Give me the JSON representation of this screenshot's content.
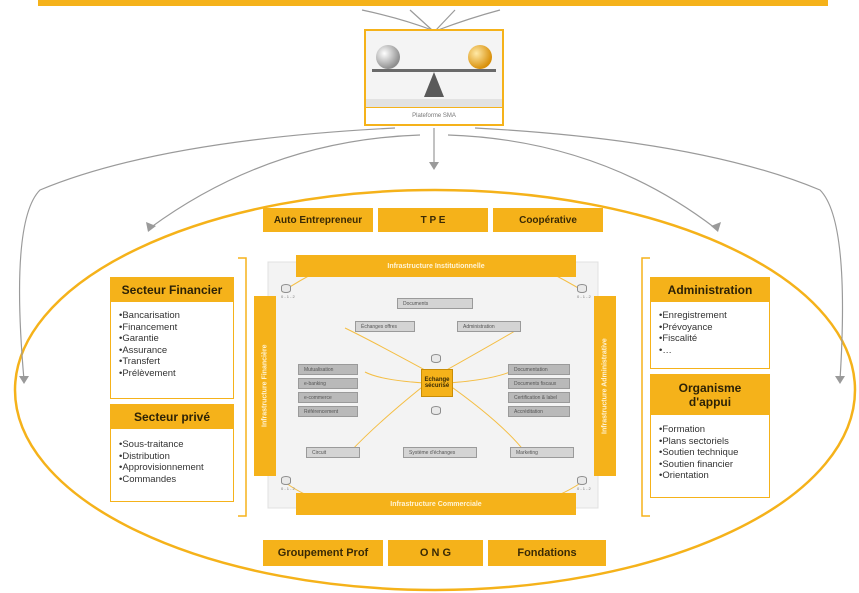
{
  "top_bar": {
    "color": "#f5b21a"
  },
  "platform": {
    "caption": "Plateforme SMA",
    "sphere_left": "#cfcfcf",
    "sphere_right": "#f5b21a"
  },
  "top_row": [
    "Auto Entrepreneur",
    "T P E",
    "Coopérative"
  ],
  "bottom_row": [
    "Groupement Prof",
    "O N G",
    "Fondations"
  ],
  "left": {
    "financial": {
      "title": "Secteur Financier",
      "items": [
        "Bancarisation",
        "Financement",
        "Garantie",
        "Assurance",
        "Transfert",
        "Prélèvement"
      ]
    },
    "private": {
      "title": "Secteur privé",
      "items": [
        "Sous-traitance",
        "Distribution",
        "Approvisionnement",
        "Commandes"
      ]
    }
  },
  "right": {
    "admin": {
      "title": "Administration",
      "items": [
        "Enregistrement",
        "Prévoyance",
        "Fiscalité",
        "…"
      ]
    },
    "support": {
      "title": "Organisme d'appui",
      "items": [
        "Formation",
        "Plans sectoriels",
        "Soutien technique",
        "Soutien financier",
        "Orientation"
      ]
    }
  },
  "inner": {
    "bands": {
      "top": "Infrastructure Institutionnelle",
      "bottom": "Infrastructure Commerciale",
      "left": "Infrastructure Financière",
      "right": "Infrastructure Administrative"
    },
    "center": "Echange sécurisé",
    "db_caption": "0 - 1 - 2",
    "modules": {
      "top": [
        "Documents",
        "Échanges offres",
        "Administration"
      ],
      "left": [
        "Mutualisation",
        "e-banking",
        "e-commerce",
        "Référencement"
      ],
      "right": [
        "Documentation",
        "Documents fiscaux",
        "Certification & label",
        "Accréditation"
      ],
      "bottom": [
        "Circuit",
        "Système d'échanges",
        "Marketing"
      ]
    }
  },
  "colors": {
    "accent": "#f5b21a",
    "connector": "#9a9a9a",
    "text_dark": "#3a2a05"
  }
}
